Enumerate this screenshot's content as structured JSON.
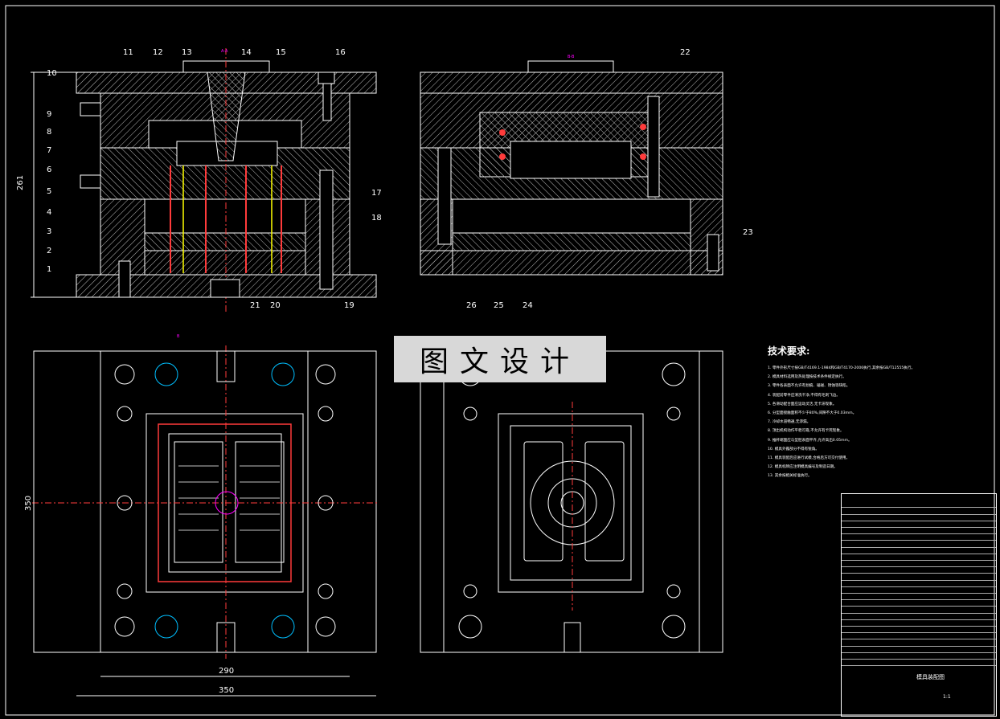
{
  "part_labels_top_left": [
    "11",
    "12",
    "13",
    "14",
    "15",
    "16",
    "10",
    "9",
    "8",
    "7",
    "6",
    "5",
    "4",
    "3",
    "2",
    "1",
    "17",
    "18",
    "19",
    "20",
    "21"
  ],
  "part_labels_top_right": [
    "22",
    "23",
    "24",
    "25",
    "26"
  ],
  "section_marks": {
    "top_center": "A-A",
    "top_right": "B-B",
    "small": "B"
  },
  "dimensions": {
    "height_top": "261",
    "width_bottom_inner": "290",
    "width_bottom_outer": "350",
    "height_bottom": "350"
  },
  "watermark": "图文设计",
  "tech_requirements": {
    "title": "技术要求:",
    "notes": [
      "1. 零件外形尺寸按GB/T4169.1-1984和GB/T4170-2006执行,其余按GB/T12555执行。",
      "2. 模具材料选用及热处理按技术条件规定执行。",
      "3. 零件各表面不允许有划痕、磕碰、锈蚀等缺陷。",
      "4. 装配前零件应清洗干净,不得有毛刺飞边。",
      "5. 各滑动配合面应运动灵活,无卡滞现象。",
      "6. 分型面接触面积不少于80%,间隙不大于0.03mm。",
      "7. 冷却水道畅通,无渗漏。",
      "8. 顶出机构动作平稳可靠,不允许有卡死现象。",
      "9. 推杆端面应与型腔表面平齐,允许高出0.05mm。",
      "10. 模具外露部分不得有锐角。",
      "11. 模具装配后应进行试模,合格后方可交付使用。",
      "12. 模具标牌应注明模具编号及制造日期。",
      "13. 其余按相关标准执行。"
    ]
  },
  "title_block": {
    "name": "模具装配图",
    "scale": "1:1"
  },
  "colors": {
    "background": "#000000",
    "line": "#ffffff",
    "center": "#ff3b3b",
    "magenta": "#ff00ff",
    "yellow": "#ffff00",
    "cyan": "#00bfff"
  }
}
